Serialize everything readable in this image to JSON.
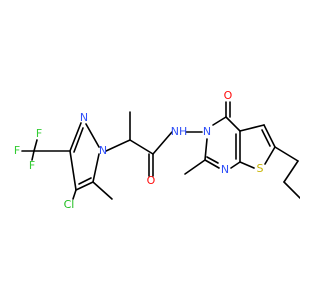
{
  "molecule": {
    "atoms": {
      "F_top": {
        "label": "F",
        "color": "#33cc33"
      },
      "F_left": {
        "label": "F",
        "color": "#33cc33"
      },
      "F_bottom": {
        "label": "F",
        "color": "#33cc33"
      },
      "N_pyr2": {
        "label": "N",
        "color": "#3050f8"
      },
      "N_pyr1": {
        "label": "N",
        "color": "#3050f8"
      },
      "Cl": {
        "label": "Cl",
        "color": "#1fbe1f"
      },
      "O_amide": {
        "label": "O",
        "color": "#ff0d0d"
      },
      "NH": {
        "label": "NH",
        "color": "#3050f8"
      },
      "N3": {
        "label": "N",
        "color": "#3050f8"
      },
      "O_keto": {
        "label": "O",
        "color": "#ff0d0d"
      },
      "N1": {
        "label": "N",
        "color": "#3050f8"
      },
      "S": {
        "label": "S",
        "color": "#c8b400"
      }
    }
  }
}
